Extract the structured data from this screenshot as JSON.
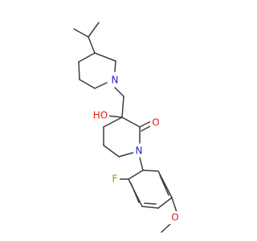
{
  "molecule": {
    "bond_color": "#3c3c3c",
    "atoms": [
      {
        "id": "N1",
        "label": "N",
        "color": "#2020e0"
      },
      {
        "id": "N2",
        "label": "N",
        "color": "#2020e0"
      },
      {
        "id": "O1",
        "label": "O",
        "color": "#e02020"
      },
      {
        "id": "O2",
        "label": "O",
        "color": "#e02020"
      },
      {
        "id": "HO",
        "label": "HO",
        "color": "#e02020"
      },
      {
        "id": "F",
        "label": "F",
        "color": "#8aa000"
      }
    ]
  }
}
